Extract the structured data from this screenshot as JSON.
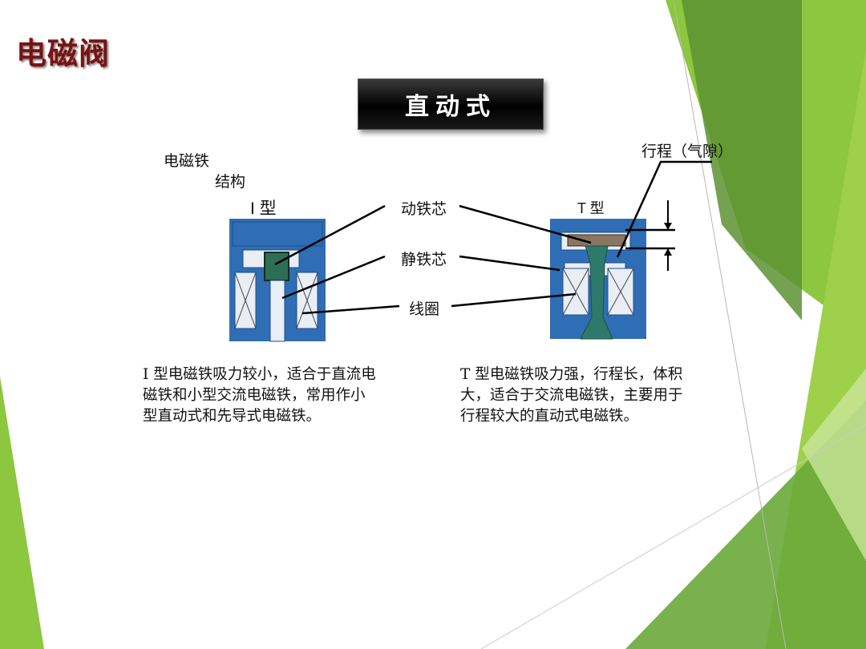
{
  "slide": {
    "title": "电磁阀",
    "banner": "直动式"
  },
  "labels": {
    "electromagnet": "电磁铁",
    "structure": "结构",
    "type_i": "I 型",
    "type_t": "T 型",
    "moving_core": "动铁芯",
    "static_core": "静铁芯",
    "coil": "线圈",
    "stroke": "行程（气隙）"
  },
  "descriptions": {
    "i_type": [
      "I 型电磁铁吸力较小，适合于直流电",
      "磁铁和小型交流电磁铁，常用作小",
      "型直动式和先导式电磁铁。"
    ],
    "t_type": [
      "T 型电磁铁吸力强，行程长，体积",
      "大，适合于交流电磁铁，主要用于",
      "行程较大的直动式电磁铁。"
    ]
  },
  "colors": {
    "title": "#7a1212",
    "diagram_blue": "#2f6db4",
    "core_green": "#2e6e55",
    "accent_green": "#8dc63f",
    "dark_green": "#4f8a2f"
  }
}
